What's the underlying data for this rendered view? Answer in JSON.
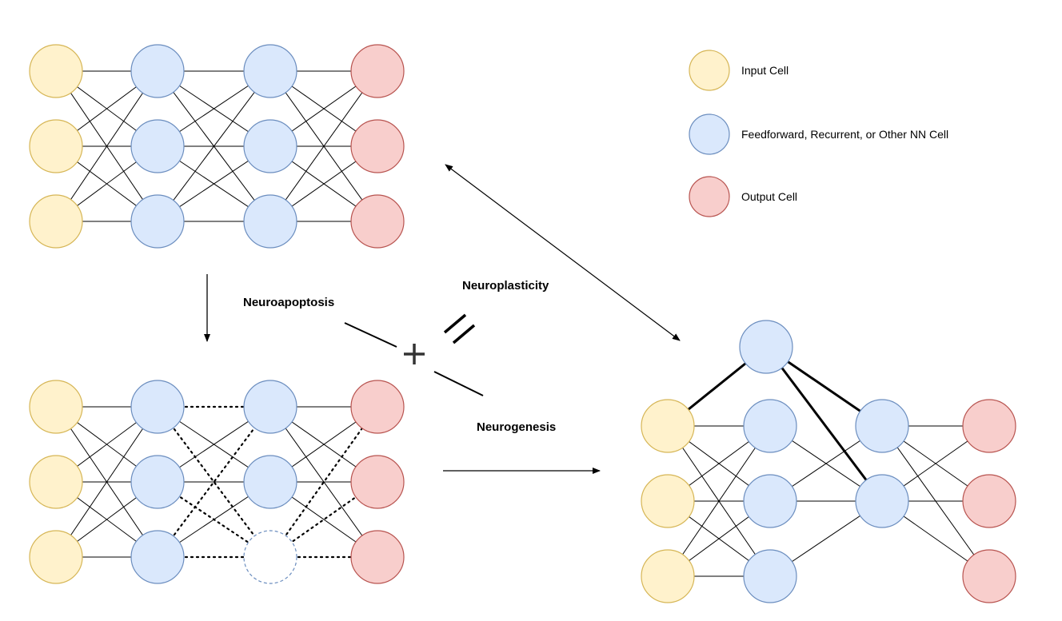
{
  "colors": {
    "input_fill": "#fff2cc",
    "input_stroke": "#d6b656",
    "hidden_fill": "#dae8fc",
    "hidden_stroke": "#6c8ebf",
    "output_fill": "#f8cecc",
    "output_stroke": "#b85450",
    "line": "#000000"
  },
  "legend": {
    "input": "Input Cell",
    "hidden": "Feedforward, Recurrent, or Other NN Cell",
    "output": "Output Cell"
  },
  "labels": {
    "neuroapoptosis": "Neuroapoptosis",
    "neuroplasticity": "Neuroplasticity",
    "neurogenesis": "Neurogenesis"
  },
  "symbols": {
    "plus": "plus-icon",
    "equals": "double-slash-icon",
    "arrows": [
      "arrow-down-icon",
      "arrow-right-icon",
      "double-headed-arrow-icon"
    ]
  },
  "networks": [
    {
      "id": "original",
      "layers": [
        {
          "type": "input",
          "count": 3
        },
        {
          "type": "hidden",
          "count": 3
        },
        {
          "type": "hidden",
          "count": 3
        },
        {
          "type": "output",
          "count": 3
        }
      ],
      "connectivity": "fully-connected"
    },
    {
      "id": "neuroapoptosis",
      "layers": [
        {
          "type": "input",
          "count": 3
        },
        {
          "type": "hidden",
          "count": 3
        },
        {
          "type": "hidden",
          "count": 3,
          "removed_cells": [
            3
          ]
        },
        {
          "type": "output",
          "count": 3
        }
      ],
      "connectivity": "fully-connected; connections to the removed cell shown dotted"
    },
    {
      "id": "neurogenesis",
      "layers": [
        {
          "type": "input",
          "count": 3
        },
        {
          "type": "hidden",
          "count": 4,
          "new_cells": [
            1
          ]
        },
        {
          "type": "hidden",
          "count": 2
        },
        {
          "type": "output",
          "count": 3
        }
      ],
      "connectivity": "new cell connections shown with thick lines"
    }
  ]
}
